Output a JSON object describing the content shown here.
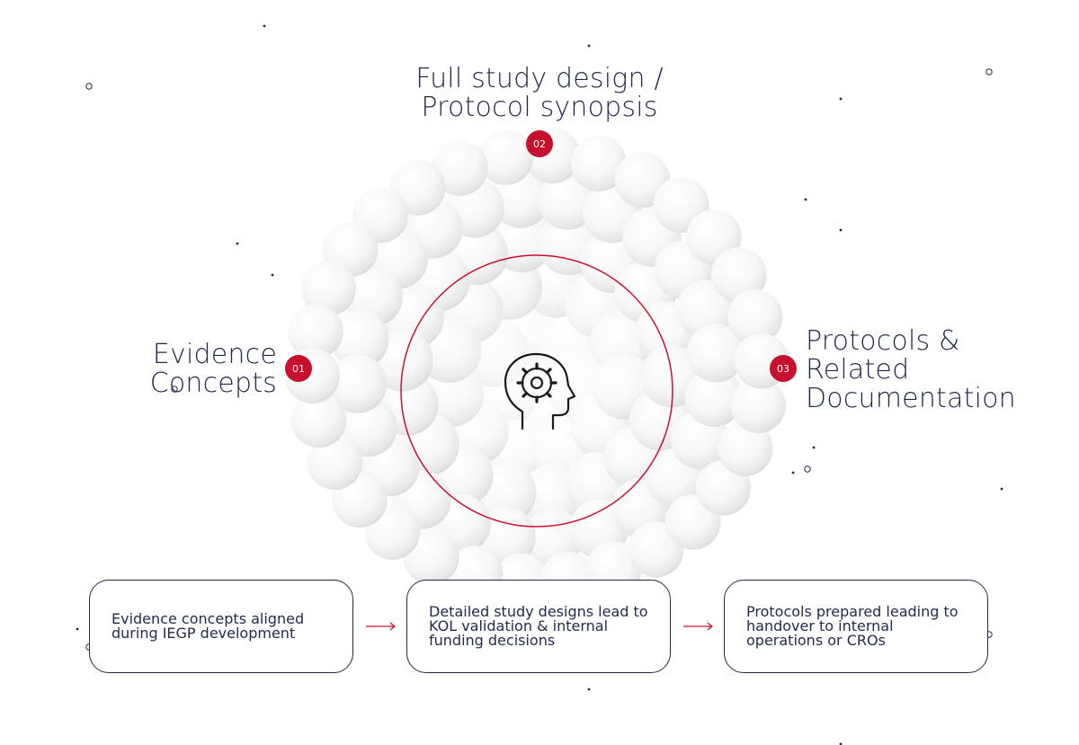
{
  "steps": [
    {
      "number": "01",
      "title": "Evidence Concepts",
      "description": "Evidence concepts aligned during IEGP development"
    },
    {
      "number": "02",
      "title": "Full study design / Protocol synopsis",
      "description": "Detailed study designs lead to KOL validation & internal funding decisions"
    },
    {
      "number": "03",
      "title": "Protocols & Related Documentation",
      "description": "Protocols prepared leading to handover to internal operations or CROs"
    }
  ],
  "center_icon": "head-with-gear-icon",
  "colors": {
    "accent": "#c8102e",
    "text": "#1f2a4d",
    "sphere": "#f2f2f2",
    "background": "#ffffff"
  }
}
